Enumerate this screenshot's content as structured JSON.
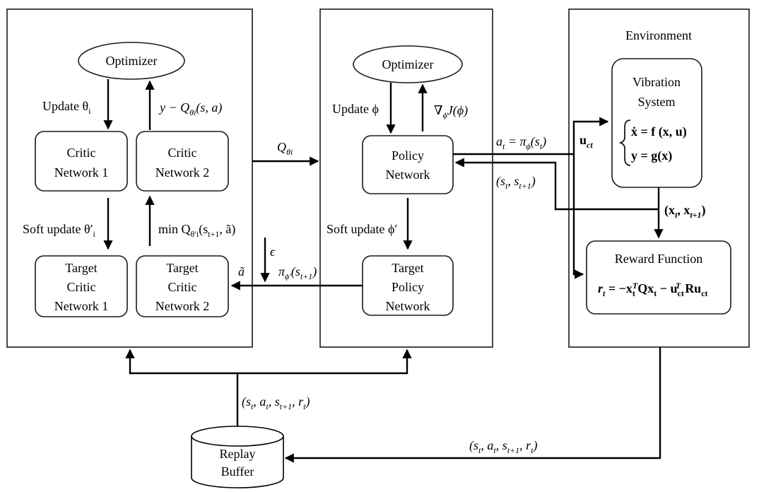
{
  "panels": {
    "critic": {
      "optimizer": "Optimizer",
      "update_label": "Update θ",
      "update_sub": "i",
      "grad_label": "y − Q",
      "grad_sub": "θi",
      "grad_args": "(s, a)",
      "critic1": [
        "Critic",
        "Network 1"
      ],
      "critic2": [
        "Critic",
        "Network 2"
      ],
      "soft_update": "Soft update θ′",
      "soft_update_sub": "i",
      "min_label": "min Q",
      "min_sub": "θ′i",
      "min_args": "(s",
      "min_args_sub": "t+1",
      "min_args_end": ", ã)",
      "target1": [
        "Target",
        "Critic",
        "Network 1"
      ],
      "target2": [
        "Target",
        "Critic",
        "Network 2"
      ]
    },
    "actor": {
      "optimizer": "Optimizer",
      "update_label": "Update ϕ",
      "grad_label": "∇",
      "grad_sub": "ϕ",
      "grad_rest": "J(ϕ)",
      "policy": [
        "Policy",
        "Network"
      ],
      "soft_update": "Soft update ϕ′",
      "target": [
        "Target",
        "Policy",
        "Network"
      ]
    },
    "environment": {
      "title": "Environment",
      "system": [
        "Vibration",
        "System"
      ],
      "eq1": "ẋ = f (x, u)",
      "eq2": "y = g(x)",
      "reward_title": "Reward Function",
      "reward_eq": "r",
      "reward_eq_sub": "t",
      "reward_eq_rest": " = −x",
      "reward_eq_q": "Qx",
      "reward_eq_mid": " − u",
      "reward_eq_r": "Ru"
    }
  },
  "arrows": {
    "q_theta": "Q",
    "q_theta_sub": "θi",
    "action": "a",
    "action_sub": "t",
    "action_eq": " = π",
    "action_eq_sub": "ϕ",
    "action_args": "(s",
    "action_args_end": ")",
    "states": "(s",
    "states_sub1": "t",
    "states_sub2": "t+1",
    "u_ct": "u",
    "u_ct_sub": "ct",
    "x_pair": "(x",
    "x_sub1": "t",
    "x_sub2": "t+1",
    "epsilon": "ϵ",
    "pi_target": "π",
    "pi_target_sub": "ϕ′",
    "pi_target_args": "(s",
    "pi_target_args_sub": "t+1",
    "a_tilde": "ã",
    "tuple": "(s",
    "tuple_sub1": "t",
    "tuple_mid1": ", a",
    "tuple_sub2": "t",
    "tuple_mid2": ", s",
    "tuple_sub3": "t+1",
    "tuple_mid3": ", r",
    "tuple_sub4": "t",
    "tuple_end": ")"
  },
  "buffer": [
    "Replay",
    "Buffer"
  ]
}
